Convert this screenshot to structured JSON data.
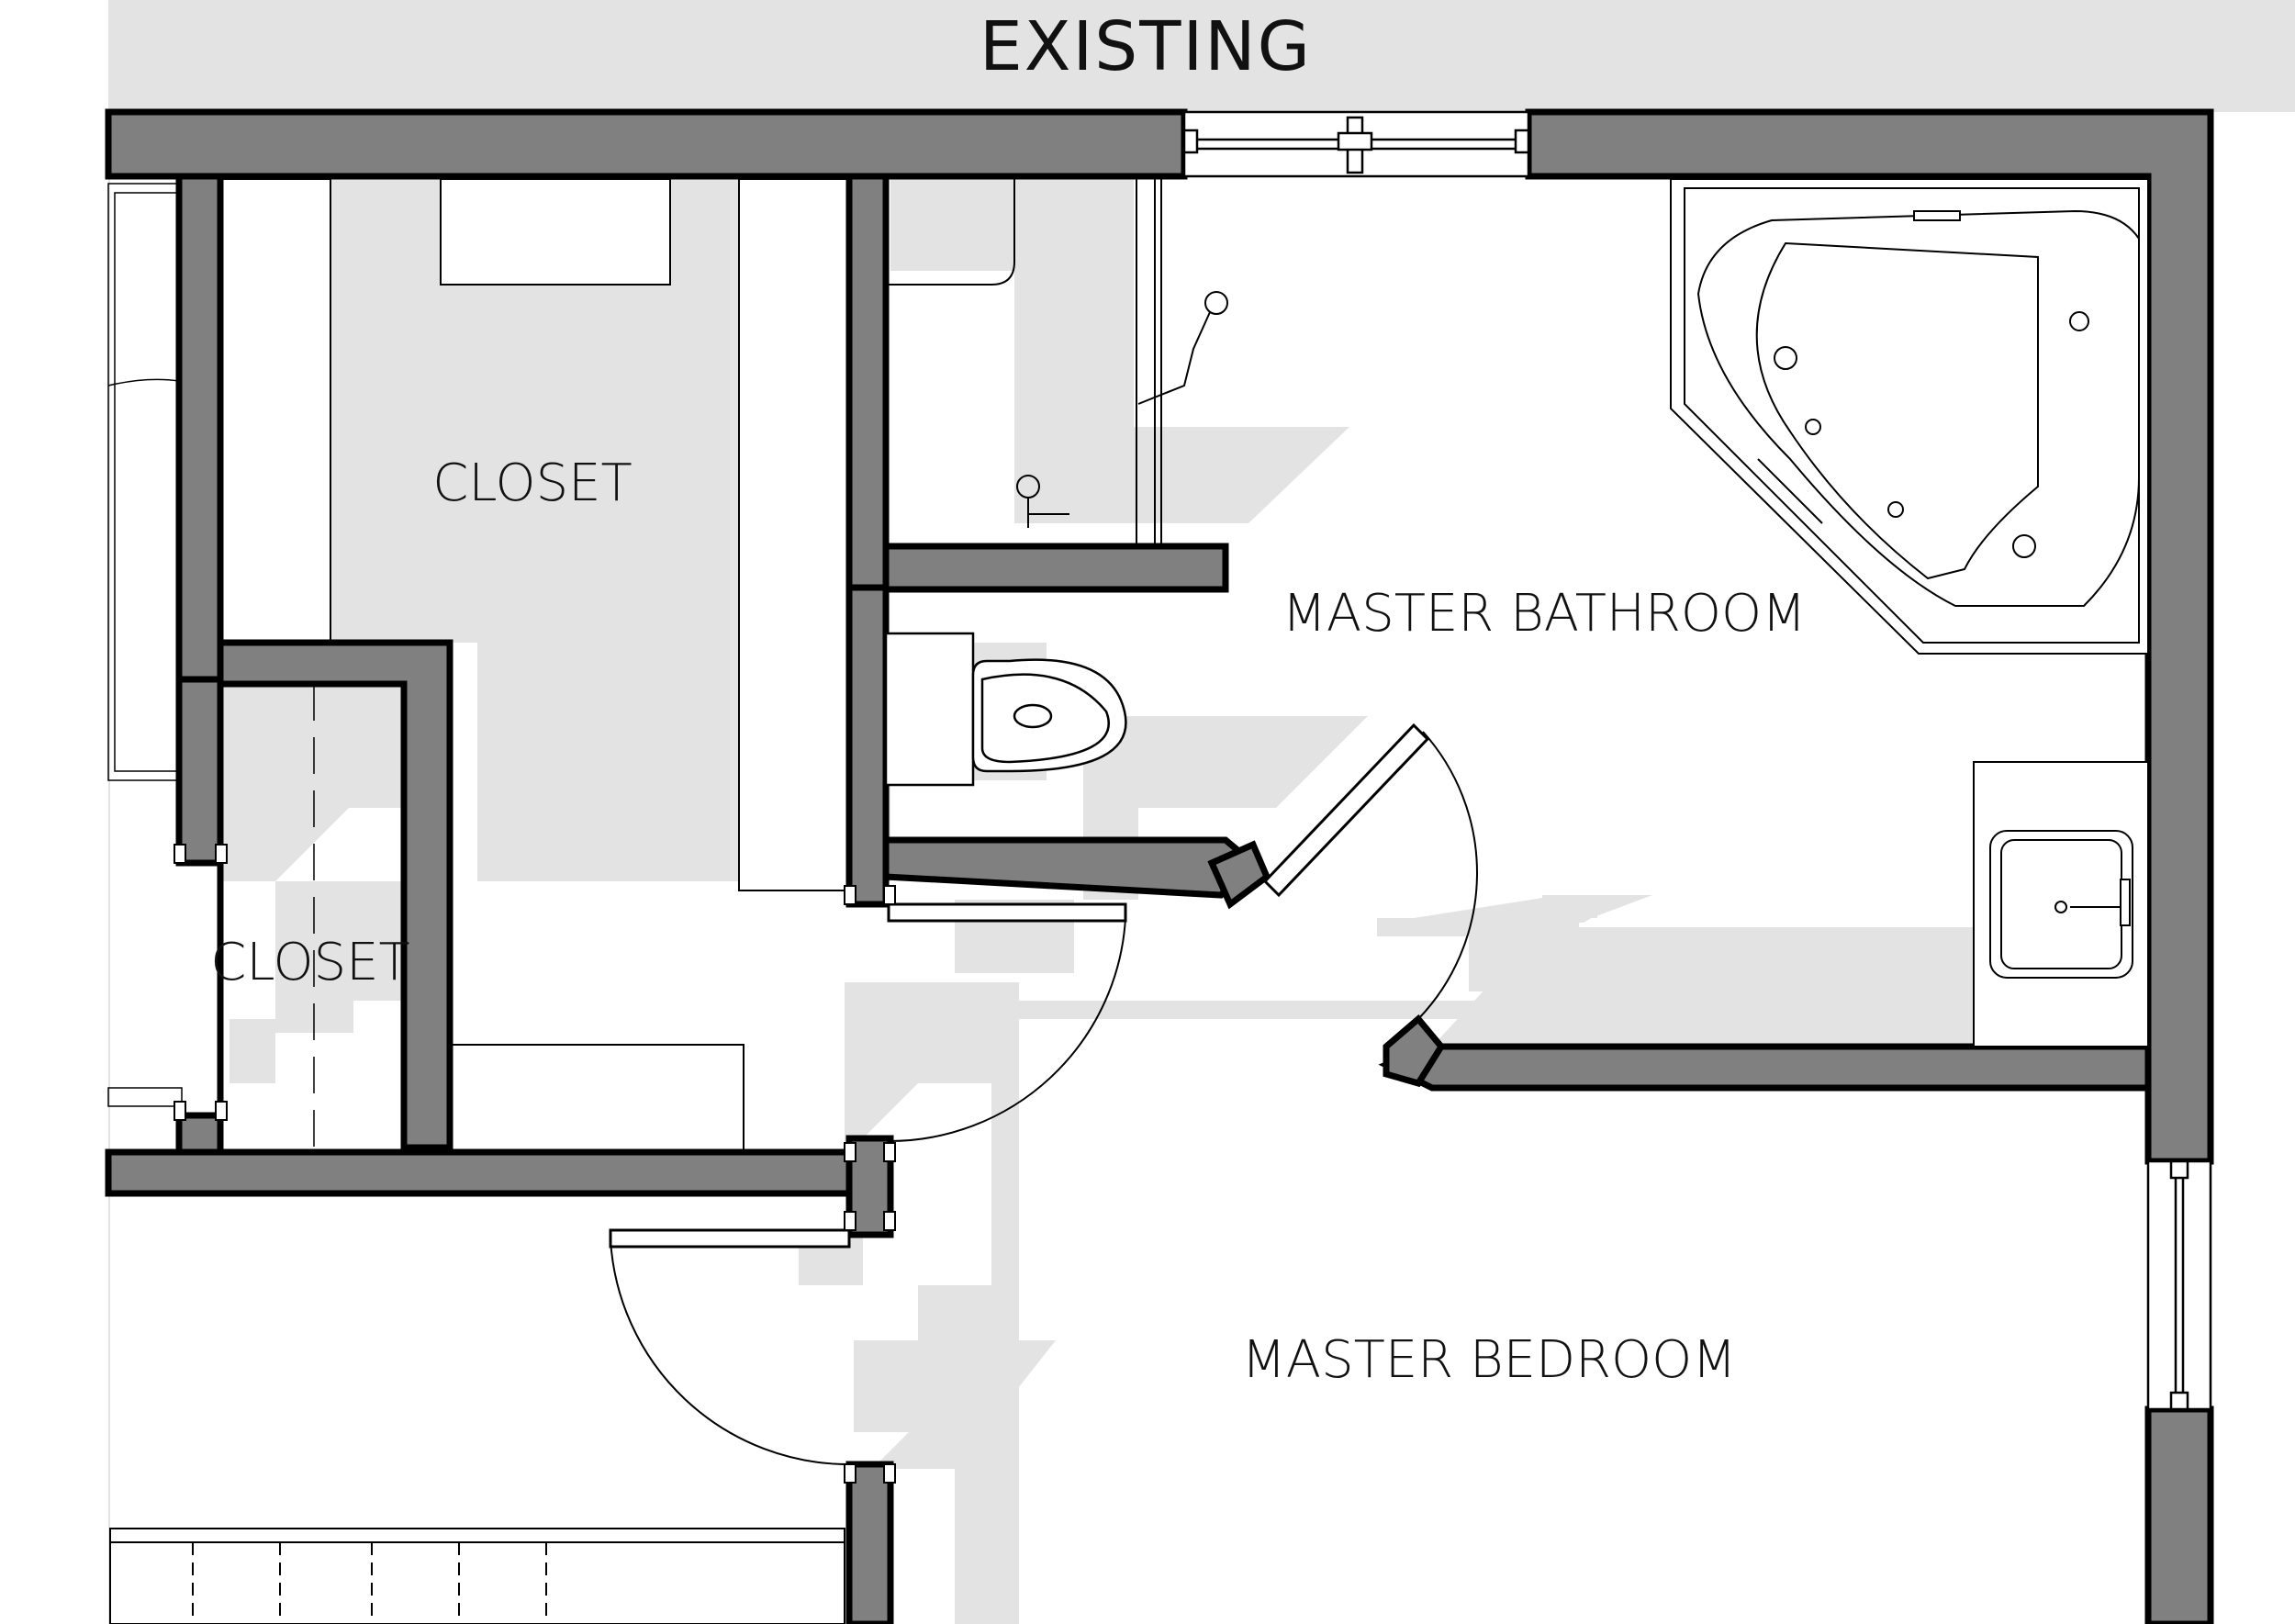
{
  "title": "EXISTING",
  "rooms": [
    {
      "id": "closet-upper",
      "label": "CLOSET"
    },
    {
      "id": "closet-lower",
      "label": "CLOSET"
    },
    {
      "id": "master-bathroom",
      "label": "MASTER BATHROOM"
    },
    {
      "id": "master-bedroom",
      "label": "MASTER BEDROOM"
    }
  ],
  "colors": {
    "background": "#ffffff",
    "shadow": "#e3e3e3",
    "wall_fill": "#808080",
    "line": "#000000"
  }
}
